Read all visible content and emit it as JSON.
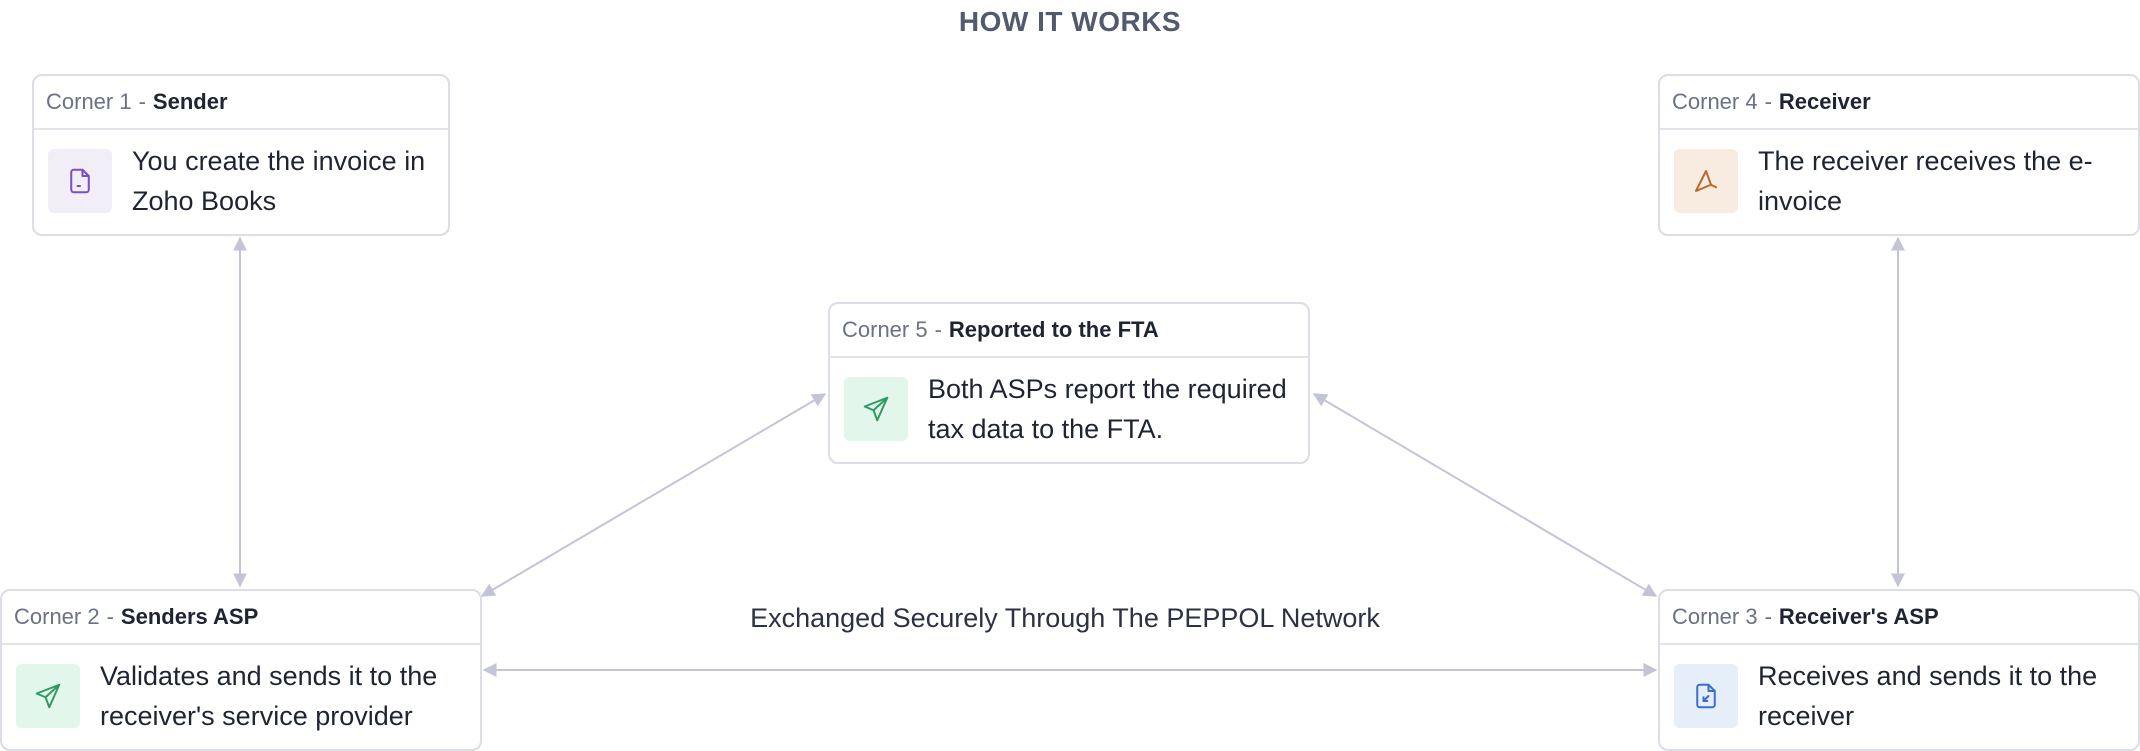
{
  "title": "HOW IT WORKS",
  "network_label": "Exchanged Securely Through The PEPPOL Network",
  "corners": {
    "c1": {
      "prefix": "Corner 1",
      "sep": "-",
      "role": "Sender",
      "text": "You create the invoice in Zoho Books",
      "icon": "document-icon",
      "icon_bg": "#f1eef8",
      "icon_color": "#7a4fc0"
    },
    "c2": {
      "prefix": "Corner 2",
      "sep": "-",
      "role": "Senders ASP",
      "text": "Validates and sends it to the receiver's service provider",
      "icon": "paper-plane-icon",
      "icon_bg": "#e3f6ec",
      "icon_color": "#2f9a62"
    },
    "c3": {
      "prefix": "Corner 3",
      "sep": "-",
      "role": "Receiver's ASP",
      "text": "Receives and sends it to the receiver",
      "icon": "document-receive-icon",
      "icon_bg": "#e6eefa",
      "icon_color": "#3a6fd1"
    },
    "c4": {
      "prefix": "Corner 4",
      "sep": "-",
      "role": "Receiver",
      "text": "The receiver receives the e-invoice",
      "icon": "delivery-icon",
      "icon_bg": "#f8ebe0",
      "icon_color": "#b86a2e"
    },
    "c5": {
      "prefix": "Corner 5",
      "sep": "-",
      "role": "Reported to the FTA",
      "text": "Both ASPs report the required tax data to the FTA.",
      "icon": "paper-plane-icon",
      "icon_bg": "#e3f6ec",
      "icon_color": "#2f9a62"
    }
  },
  "colors": {
    "connector": "#c3c4d6",
    "border": "#dcdde6"
  }
}
